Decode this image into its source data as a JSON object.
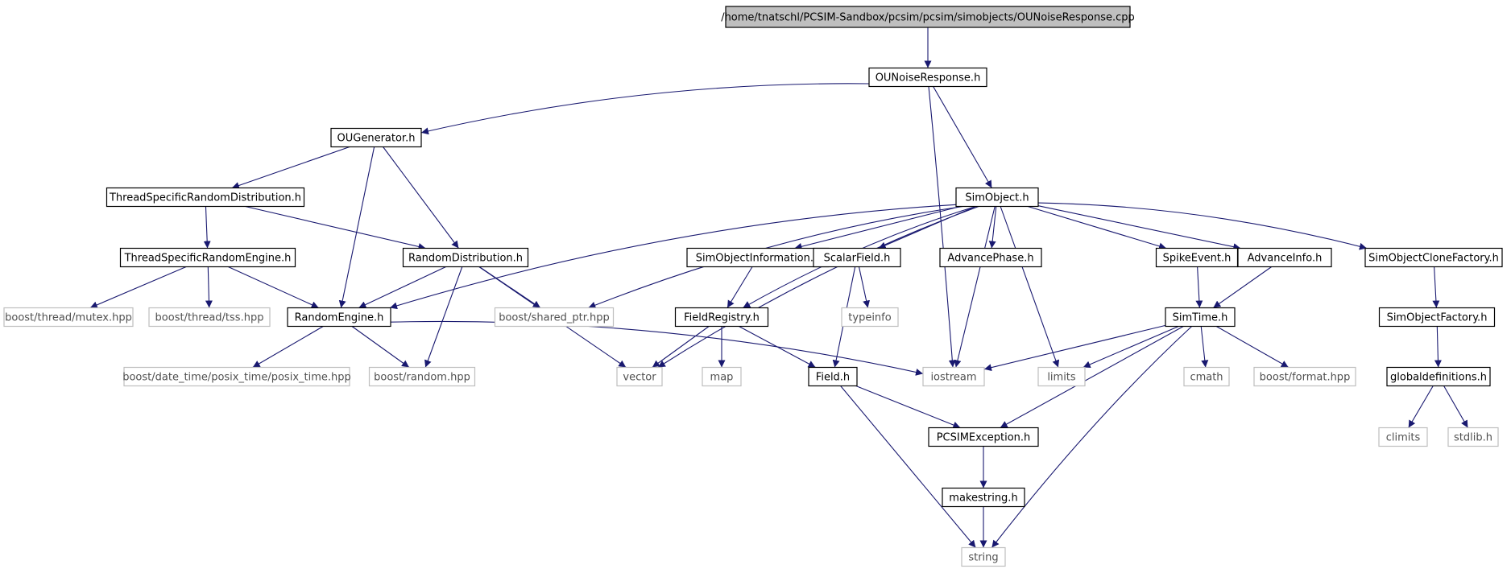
{
  "colors": {
    "edge": "#191970",
    "solid_border": "#000000",
    "system_border": "#bfbfbf",
    "root_fill": "#bfbfbf",
    "text": "#000000"
  },
  "nodes": [
    {
      "id": "root",
      "label": "/home/tnatschl/PCSIM-Sandbox/pcsim/pcsim/simobjects/OUNoiseResponse.cpp",
      "kind": "root"
    },
    {
      "id": "ounr",
      "label": "OUNoiseResponse.h",
      "kind": "header"
    },
    {
      "id": "oug",
      "label": "OUGenerator.h",
      "kind": "header"
    },
    {
      "id": "simobj",
      "label": "SimObject.h",
      "kind": "header"
    },
    {
      "id": "tsrd",
      "label": "ThreadSpecificRandomDistribution.h",
      "kind": "header"
    },
    {
      "id": "tsre",
      "label": "ThreadSpecificRandomEngine.h",
      "kind": "header"
    },
    {
      "id": "rd",
      "label": "RandomDistribution.h",
      "kind": "header"
    },
    {
      "id": "soi",
      "label": "SimObjectInformation.h",
      "kind": "header"
    },
    {
      "id": "sf",
      "label": "ScalarField.h",
      "kind": "header"
    },
    {
      "id": "ap",
      "label": "AdvancePhase.h",
      "kind": "header"
    },
    {
      "id": "se",
      "label": "SpikeEvent.h",
      "kind": "header"
    },
    {
      "id": "ai",
      "label": "AdvanceInfo.h",
      "kind": "header"
    },
    {
      "id": "socf",
      "label": "SimObjectCloneFactory.h",
      "kind": "header"
    },
    {
      "id": "mutex",
      "label": "boost/thread/mutex.hpp",
      "kind": "system"
    },
    {
      "id": "tss",
      "label": "boost/thread/tss.hpp",
      "kind": "system"
    },
    {
      "id": "re",
      "label": "RandomEngine.h",
      "kind": "header"
    },
    {
      "id": "sptr",
      "label": "boost/shared_ptr.hpp",
      "kind": "system"
    },
    {
      "id": "fr",
      "label": "FieldRegistry.h",
      "kind": "header"
    },
    {
      "id": "typeinfo",
      "label": "typeinfo",
      "kind": "system"
    },
    {
      "id": "st",
      "label": "SimTime.h",
      "kind": "header"
    },
    {
      "id": "sof",
      "label": "SimObjectFactory.h",
      "kind": "header"
    },
    {
      "id": "ptime",
      "label": "boost/date_time/posix_time/posix_time.hpp",
      "kind": "system"
    },
    {
      "id": "brand",
      "label": "boost/random.hpp",
      "kind": "system"
    },
    {
      "id": "vector",
      "label": "vector",
      "kind": "system"
    },
    {
      "id": "map",
      "label": "map",
      "kind": "system"
    },
    {
      "id": "field",
      "label": "Field.h",
      "kind": "header"
    },
    {
      "id": "iostream",
      "label": "iostream",
      "kind": "system"
    },
    {
      "id": "limits",
      "label": "limits",
      "kind": "system"
    },
    {
      "id": "cmath",
      "label": "cmath",
      "kind": "system"
    },
    {
      "id": "bformat",
      "label": "boost/format.hpp",
      "kind": "system"
    },
    {
      "id": "gdef",
      "label": "globaldefinitions.h",
      "kind": "header"
    },
    {
      "id": "pcsimex",
      "label": "PCSIMException.h",
      "kind": "header"
    },
    {
      "id": "climits",
      "label": "climits",
      "kind": "system"
    },
    {
      "id": "stdlib",
      "label": "stdlib.h",
      "kind": "system"
    },
    {
      "id": "mkstr",
      "label": "makestring.h",
      "kind": "header"
    },
    {
      "id": "string",
      "label": "string",
      "kind": "system"
    }
  ],
  "edges": [
    [
      "root",
      "ounr"
    ],
    [
      "ounr",
      "oug"
    ],
    [
      "ounr",
      "simobj"
    ],
    [
      "ounr",
      "iostream"
    ],
    [
      "oug",
      "tsrd"
    ],
    [
      "oug",
      "re"
    ],
    [
      "oug",
      "rd"
    ],
    [
      "tsrd",
      "tsre"
    ],
    [
      "tsrd",
      "rd"
    ],
    [
      "tsre",
      "mutex"
    ],
    [
      "tsre",
      "tss"
    ],
    [
      "tsre",
      "re"
    ],
    [
      "rd",
      "re"
    ],
    [
      "rd",
      "brand"
    ],
    [
      "rd",
      "vector"
    ],
    [
      "rd",
      "sptr"
    ],
    [
      "re",
      "ptime"
    ],
    [
      "re",
      "brand"
    ],
    [
      "re",
      "iostream"
    ],
    [
      "simobj",
      "re"
    ],
    [
      "simobj",
      "sptr"
    ],
    [
      "simobj",
      "vector"
    ],
    [
      "simobj",
      "fr"
    ],
    [
      "simobj",
      "soi"
    ],
    [
      "simobj",
      "sf"
    ],
    [
      "simobj",
      "ap"
    ],
    [
      "simobj",
      "se"
    ],
    [
      "simobj",
      "ai"
    ],
    [
      "simobj",
      "socf"
    ],
    [
      "simobj",
      "iostream"
    ],
    [
      "simobj",
      "limits"
    ],
    [
      "soi",
      "fr"
    ],
    [
      "sf",
      "typeinfo"
    ],
    [
      "sf",
      "field"
    ],
    [
      "fr",
      "vector"
    ],
    [
      "fr",
      "map"
    ],
    [
      "fr",
      "field"
    ],
    [
      "field",
      "pcsimex"
    ],
    [
      "field",
      "string"
    ],
    [
      "se",
      "st"
    ],
    [
      "ai",
      "st"
    ],
    [
      "st",
      "iostream"
    ],
    [
      "st",
      "limits"
    ],
    [
      "st",
      "cmath"
    ],
    [
      "st",
      "bformat"
    ],
    [
      "st",
      "pcsimex"
    ],
    [
      "st",
      "string"
    ],
    [
      "socf",
      "sof"
    ],
    [
      "sof",
      "gdef"
    ],
    [
      "gdef",
      "climits"
    ],
    [
      "gdef",
      "stdlib"
    ],
    [
      "pcsimex",
      "mkstr"
    ],
    [
      "mkstr",
      "string"
    ]
  ]
}
